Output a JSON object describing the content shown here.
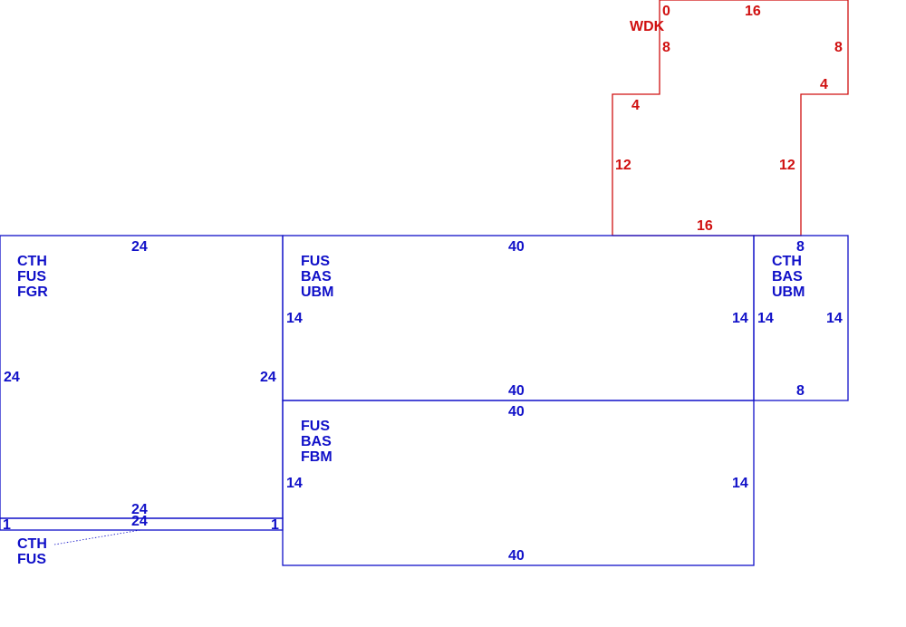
{
  "colors": {
    "main": "#1010c8",
    "deck": "#d01010"
  },
  "deck": {
    "code": "WDK",
    "dims": {
      "top_left": "0",
      "top": "16",
      "left_upper": "8",
      "right_upper": "8",
      "step_left": "4",
      "step_right": "4",
      "left_lower": "12",
      "right_lower": "12",
      "bottom": "16"
    }
  },
  "area_left": {
    "codes": [
      "CTH",
      "FUS",
      "FGR"
    ],
    "dims": {
      "top": "24",
      "left": "24",
      "right": "24",
      "bottom": "24"
    }
  },
  "area_upper_mid": {
    "codes": [
      "FUS",
      "BAS",
      "UBM"
    ],
    "dims": {
      "top": "40",
      "left": "14",
      "right": "14",
      "bottom": "40"
    }
  },
  "area_right": {
    "codes": [
      "CTH",
      "BAS",
      "UBM"
    ],
    "dims": {
      "top": "8",
      "left": "14",
      "right": "14",
      "bottom": "8"
    }
  },
  "area_lower_mid": {
    "codes": [
      "FUS",
      "BAS",
      "FBM"
    ],
    "dims": {
      "top": "40",
      "left": "14",
      "right": "14",
      "bottom": "40"
    }
  },
  "area_strip": {
    "codes": [
      "CTH",
      "FUS"
    ],
    "dims": {
      "top": "24",
      "left": "1",
      "right": "1"
    }
  }
}
